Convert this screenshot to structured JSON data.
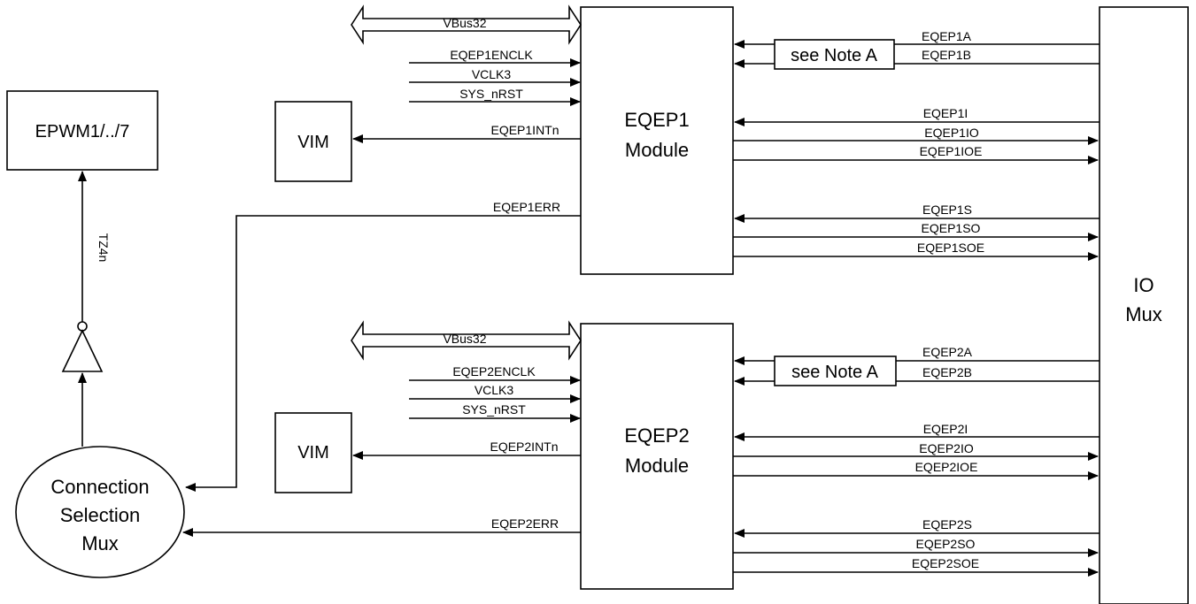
{
  "blocks": {
    "epwm": "EPWM1/../7",
    "vim": "VIM",
    "tz4n": "TZ4n",
    "mux_line1": "Connection",
    "mux_line2": "Selection",
    "mux_line3": "Mux",
    "io_line1": "IO",
    "io_line2": "Mux",
    "note": "see Note A"
  },
  "eqep1": {
    "name_line1": "EQEP1",
    "name_line2": "Module",
    "vbus": "VBus32",
    "enclk": "EQEP1ENCLK",
    "vclk": "VCLK3",
    "rst": "SYS_nRST",
    "intn": "EQEP1INTn",
    "err": "EQEP1ERR",
    "a": "EQEP1A",
    "b": "EQEP1B",
    "i": "EQEP1I",
    "io": "EQEP1IO",
    "ioe": "EQEP1IOE",
    "s": "EQEP1S",
    "so": "EQEP1SO",
    "soe": "EQEP1SOE"
  },
  "eqep2": {
    "name_line1": "EQEP2",
    "name_line2": "Module",
    "vbus": "VBus32",
    "enclk": "EQEP2ENCLK",
    "vclk": "VCLK3",
    "rst": "SYS_nRST",
    "intn": "EQEP2INTn",
    "err": "EQEP2ERR",
    "a": "EQEP2A",
    "b": "EQEP2B",
    "i": "EQEP2I",
    "io": "EQEP2IO",
    "ioe": "EQEP2IOE",
    "s": "EQEP2S",
    "so": "EQEP2SO",
    "soe": "EQEP2SOE"
  }
}
